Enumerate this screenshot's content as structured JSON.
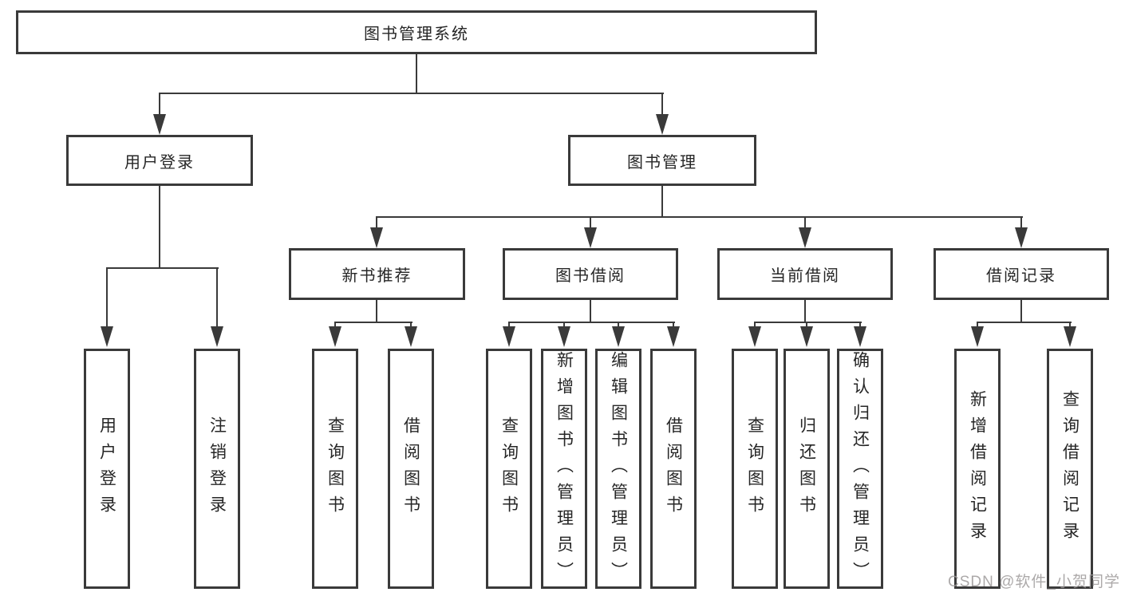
{
  "tree": {
    "root": {
      "label": "图书管理系统"
    },
    "branches": [
      {
        "label": "用户登录",
        "children": [
          {
            "label": "用户登录"
          },
          {
            "label": "注销登录"
          }
        ]
      },
      {
        "label": "图书管理",
        "children": [
          {
            "label": "新书推荐",
            "children": [
              {
                "label": "查询图书"
              },
              {
                "label": "借阅图书"
              }
            ]
          },
          {
            "label": "图书借阅",
            "children": [
              {
                "label": "查询图书"
              },
              {
                "label": "新增图书（管理员）"
              },
              {
                "label": "编辑图书（管理员）"
              },
              {
                "label": "借阅图书"
              }
            ]
          },
          {
            "label": "当前借阅",
            "children": [
              {
                "label": "查询图书"
              },
              {
                "label": "归还图书"
              },
              {
                "label": "确认归还（管理员）"
              }
            ]
          },
          {
            "label": "借阅记录",
            "children": [
              {
                "label": "新增借阅记录"
              },
              {
                "label": "查询借阅记录"
              }
            ]
          }
        ]
      }
    ]
  },
  "watermark": {
    "text": "CSDN @软件_小贺同学"
  },
  "colors": {
    "line": "#3a3a3a",
    "box_border": "#3a3a3a",
    "text": "#262626",
    "watermark": "#9e9a9a",
    "background": "#ffffff"
  }
}
